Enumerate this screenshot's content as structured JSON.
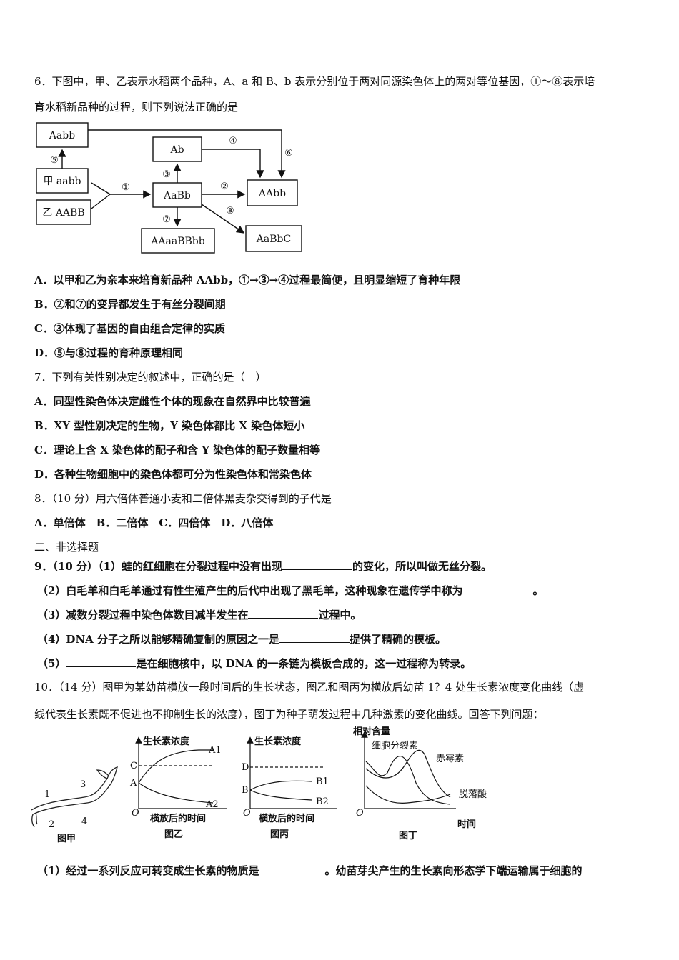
{
  "q6": {
    "stem_line1": "6．下图中，甲、乙表示水稻两个品种，A、a 和 B、b 表示分别位于两对同源染色体上的两对等位基因，①～⑧表示培",
    "stem_line2": "育水稻新品种的过程，则下列说法正确的是",
    "diagram": {
      "box_aabb_top": "Aabb",
      "box_jia": "甲 aabb",
      "box_yi": "乙 AABB",
      "box_ab": "Ab",
      "box_aabb_mid": "AaBb",
      "box_aabb_right": "AAbb",
      "box_poly": "AAaaBBbb",
      "box_aabbc": "AaBbC",
      "n1": "①",
      "n2": "②",
      "n3": "③",
      "n4": "④",
      "n5": "⑤",
      "n6": "⑥",
      "n7": "⑦",
      "n8": "⑧"
    },
    "options": [
      "A．以甲和乙为亲本来培育新品种 AAbb，①→③→④过程最简便，且明显缩短了育种年限",
      "B．②和⑦的变异都发生于有丝分裂间期",
      "C．③体现了基因的自由组合定律的实质",
      "D．⑤与⑧过程的育种原理相同"
    ]
  },
  "q7": {
    "stem": "7．下列有关性别决定的叙述中，正确的是（　）",
    "options": [
      "A．同型性染色体决定雌性个体的现象在自然界中比较普遍",
      "B．XY 型性别决定的生物，Y 染色体都比 X 染色体短小",
      "C．理论上含 X 染色体的配子和含 Y 染色体的配子数量相等",
      "D．各种生物细胞中的染色体都可分为性染色体和常染色体"
    ]
  },
  "q8": {
    "stem": "8．（10 分）用六倍体普通小麦和二倍体黑麦杂交得到的子代是",
    "options": "A．单倍体　B．二倍体　C．四倍体　D．八倍体"
  },
  "section2": "二、非选择题",
  "q9": {
    "p1a": "9．（10 分）（1）蛙的红细胞在分裂过程中没有出现",
    "p1b": "的变化，所以叫做无丝分裂。",
    "p2a": "（2）白毛羊和白毛羊通过有性生殖产生的后代中出现了黑毛羊，这种现象在遗传学中称为",
    "p2b": "。",
    "p3a": "（3）减数分裂过程中染色体数目减半发生在",
    "p3b": "过程中。",
    "p4a": "（4）DNA 分子之所以能够精确复制的原因之一是",
    "p4b": "提供了精确的模板。",
    "p5a": "（5）",
    "p5b": "是在细胞核中，以 DNA 的一条链为模板合成的，这一过程称为转录。"
  },
  "q10": {
    "stem_line1": "10．（14 分）图甲为某幼苗横放一段时间后的生长状态，图乙和图丙为横放后幼苗 1？4 处生长素浓度变化曲线（虚",
    "stem_line2": "线代表生长素既不促进也不抑制生长的浓度），图丁为种子萌发过程中几种激素的变化曲线。回答下列问题：",
    "fig_jia": {
      "caption": "图甲",
      "l1": "1",
      "l2": "2",
      "l3": "3",
      "l4": "4"
    },
    "fig_yi": {
      "caption": "图乙",
      "ylabel": "生长素浓度",
      "xlabel": "横放后的时间",
      "origin": "O",
      "c": "C",
      "a": "A",
      "a1": "A1",
      "a2": "A2"
    },
    "fig_bing": {
      "caption": "图丙",
      "ylabel": "生长素浓度",
      "xlabel": "横放后的时间",
      "origin": "O",
      "d": "D",
      "b": "B",
      "b1": "B1",
      "b2": "B2"
    },
    "fig_ding": {
      "caption": "图丁",
      "ylabel": "相对含量",
      "xlabel": "时间",
      "origin": "O",
      "s1": "细胞分裂素",
      "s2": "赤霉素",
      "s3": "脱落酸"
    },
    "p1a": "（1）经过一系列反应可转变成生长素的物质是",
    "p1b": "。幼苗芽尖产生的生长素向形态学下端运输属于细胞的"
  }
}
